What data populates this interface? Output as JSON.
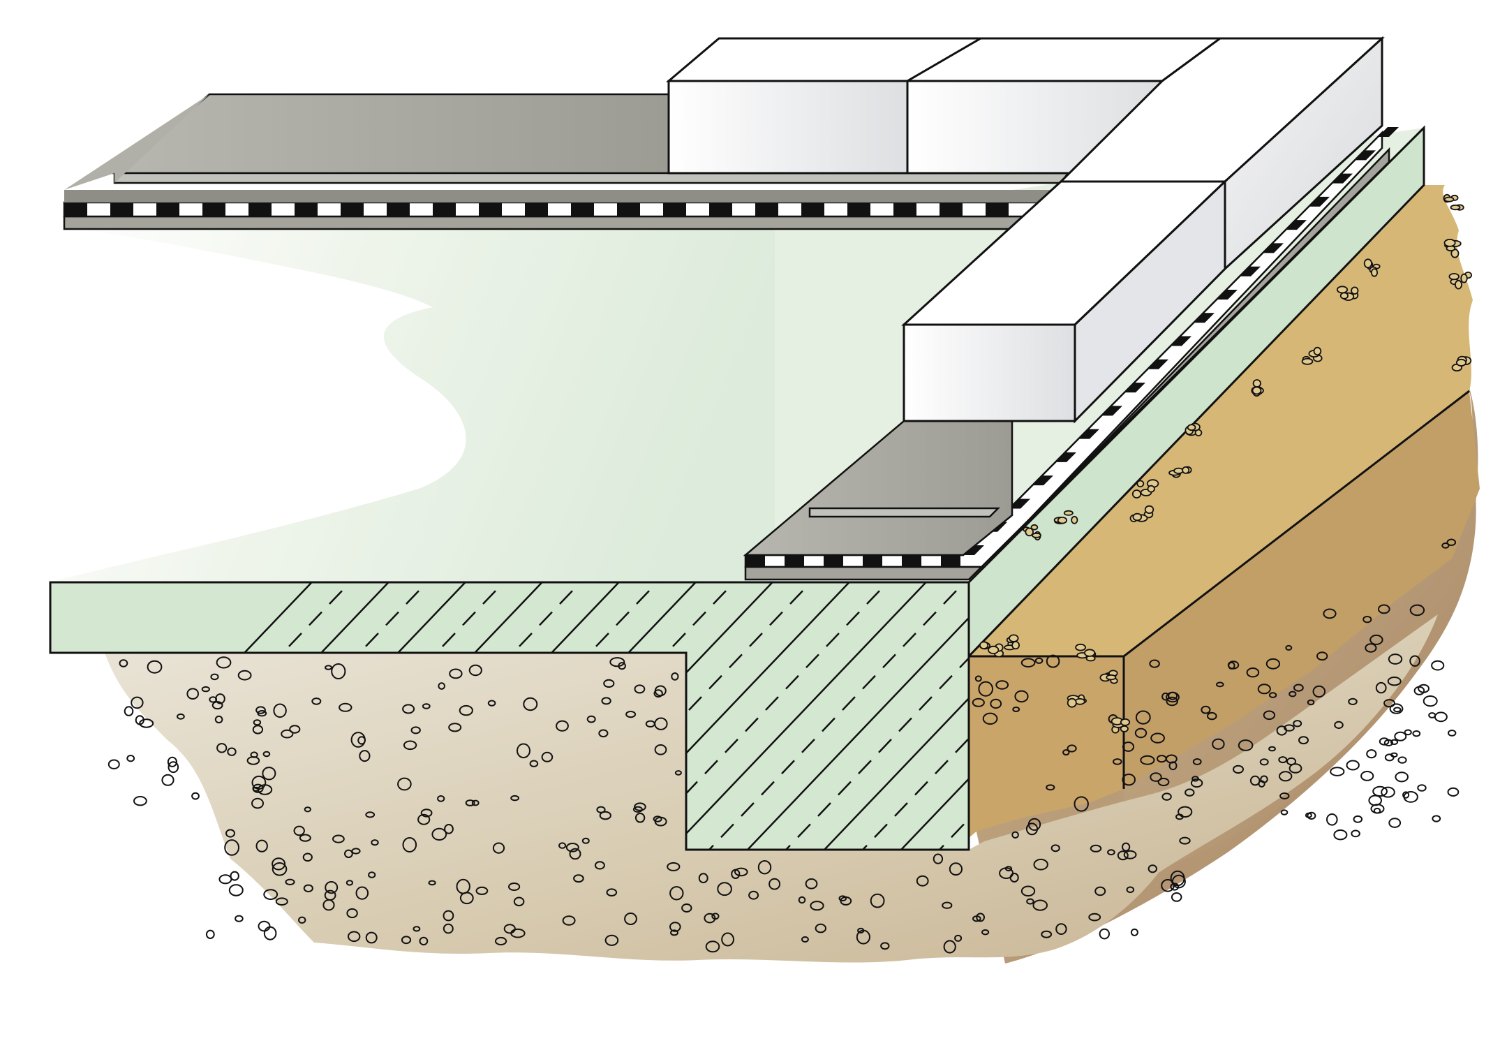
{
  "diagram": {
    "kind": "construction cross-section",
    "text_labels": [],
    "components": [
      {
        "name": "concrete-slab",
        "color": "#d9ead7"
      },
      {
        "name": "foundation-footing",
        "color": "#d9ead7"
      },
      {
        "name": "gravel-subbase",
        "color": "#d8ccb2"
      },
      {
        "name": "backfill-soil",
        "color": "#d4b87a"
      },
      {
        "name": "screed-layer",
        "color": "#a5a59c"
      },
      {
        "name": "damp-proof-membrane",
        "color": "#111111"
      },
      {
        "name": "masonry-blocks",
        "color": "#f2f2f3"
      }
    ]
  }
}
